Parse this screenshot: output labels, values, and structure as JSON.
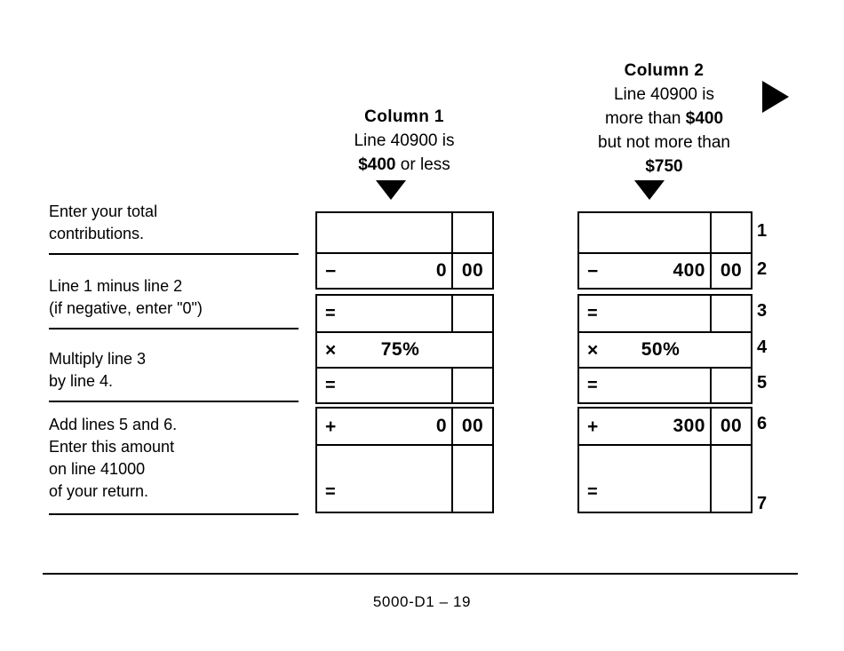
{
  "form": {
    "footer_id": "5000-D1 – 19"
  },
  "columns": [
    {
      "title": "Column 1",
      "sub_line_1": "Line 40900 is",
      "sub_line_2_pre": "",
      "sub_amount": "$400",
      "sub_line_2_post": " or less",
      "arrow_icon": "triangle-down-icon"
    },
    {
      "title": "Column 2",
      "sub_line_1": "Line 40900 is",
      "sub_line_2_pre": "more than ",
      "sub_amount": "$400",
      "sub_line_3": "but not more than",
      "sub_amount_2": "$750",
      "arrow_icon": "triangle-down-icon"
    }
  ],
  "labels": [
    {
      "line_a": "Enter your total",
      "line_b": "contributions.",
      "line_c": "",
      "line_d": ""
    },
    {
      "line_a": "Line 1 minus line 2",
      "line_b": "(if negative, enter \"0\")",
      "line_c": "",
      "line_d": ""
    },
    {
      "line_a": "Multiply line 3",
      "line_b": "by line 4.",
      "line_c": "",
      "line_d": ""
    },
    {
      "line_a": "Add lines 5 and 6.",
      "line_b": "Enter this amount",
      "line_c": "on line 41000",
      "line_d": "of your return."
    }
  ],
  "line_numbers": [
    "1",
    "2",
    "3",
    "4",
    "5",
    "6",
    "7"
  ],
  "column1_rows": {
    "row1": {
      "operator": "",
      "amount": "",
      "cents": ""
    },
    "row2": {
      "operator": "−",
      "amount": "0",
      "cents": "00"
    },
    "row3": {
      "operator": "=",
      "amount": "",
      "cents": ""
    },
    "row4": {
      "operator": "×",
      "percent": "75%"
    },
    "row5": {
      "operator": "=",
      "amount": "",
      "cents": ""
    },
    "row6": {
      "operator": "+",
      "amount": "0",
      "cents": "00"
    },
    "row7": {
      "operator": "=",
      "amount": "",
      "cents": ""
    }
  },
  "column2_rows": {
    "row1": {
      "operator": "",
      "amount": "",
      "cents": ""
    },
    "row2": {
      "operator": "−",
      "amount": "400",
      "cents": "00"
    },
    "row3": {
      "operator": "=",
      "amount": "",
      "cents": ""
    },
    "row4": {
      "operator": "×",
      "percent": "50%"
    },
    "row5": {
      "operator": "=",
      "amount": "",
      "cents": ""
    },
    "row6": {
      "operator": "+",
      "amount": "300",
      "cents": "00"
    },
    "row7": {
      "operator": "=",
      "amount": "",
      "cents": ""
    }
  },
  "icons": {
    "next_column": "triangle-right-icon"
  }
}
